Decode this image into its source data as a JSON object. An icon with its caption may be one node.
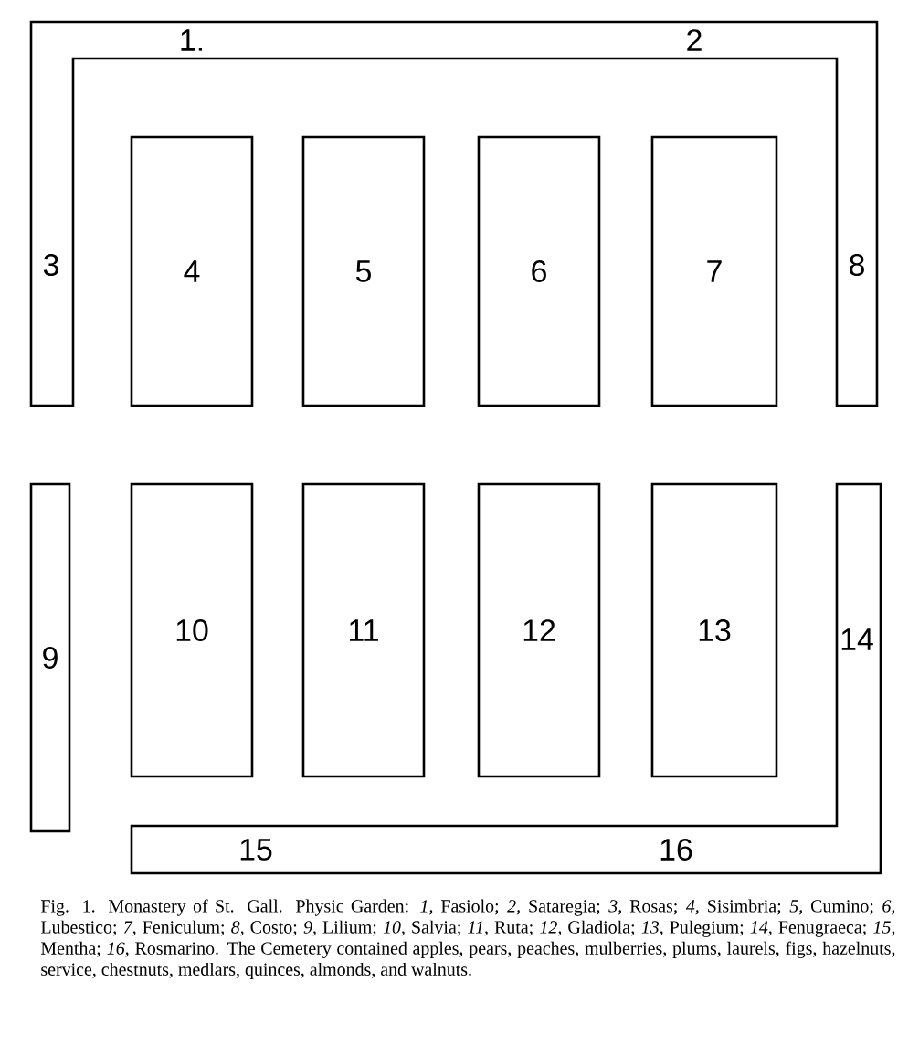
{
  "diagram": {
    "caption": "Fig. 1. Monastery of St. Gall. Physic Garden: *1,* Fasiolo; *2,* Sataregia; *3,* Rosas; *4,* Sisimbria; *5,* Cumino; *6,* Lubestico; *7,* Feniculum; *8,* Costo; *9,* Lilium; *10,* Salvia; *11,* Ruta; *12,* Gladiola; *13,* Pulegium; *14,* Fenugraeca; *15,* Mentha; *16,* Rosmarino. The Cemetery contained apples, pears, peaches, mulberries, plums, laurels, figs, hazelnuts, service, chestnuts, medlars, quinces, almonds, and walnuts.",
    "nodes": [
      {
        "text": [
          "1."
        ]
      },
      {
        "text": [
          "2"
        ]
      },
      {
        "text": [
          "3"
        ]
      },
      {
        "text": [
          "4"
        ]
      },
      {
        "text": [
          "5"
        ]
      },
      {
        "text": [
          "6"
        ]
      },
      {
        "text": [
          "7"
        ]
      },
      {
        "text": [
          "8"
        ]
      },
      {
        "text": [
          "9"
        ]
      },
      {
        "text": [
          "10"
        ]
      },
      {
        "text": [
          "11"
        ]
      },
      {
        "text": [
          "12"
        ]
      },
      {
        "text": [
          "13"
        ]
      },
      {
        "text": [
          "14"
        ]
      },
      {
        "text": [
          "15"
        ]
      },
      {
        "text": [
          "16"
        ]
      }
    ]
  }
}
